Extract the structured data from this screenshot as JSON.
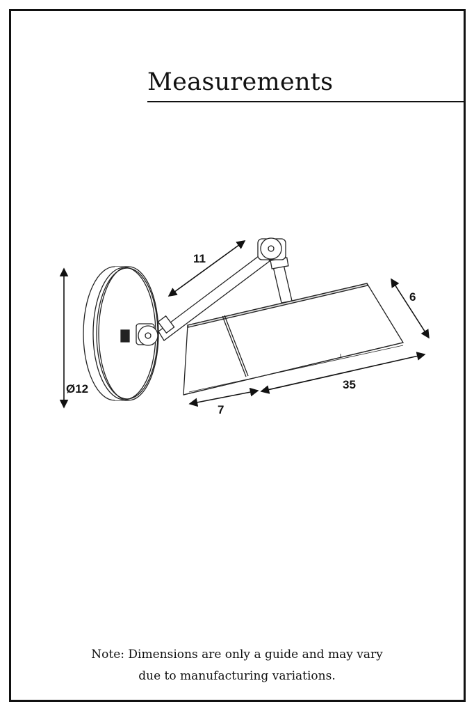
{
  "title": "Measurements",
  "dimensions": {
    "arm_length": "11",
    "shade_depth": "6",
    "shade_length": "35",
    "shade_front": "7",
    "plate_diameter": "Ø12"
  },
  "note": {
    "line1": "Note: Dimensions are only a guide and may vary",
    "line2": "due to manufacturing variations."
  }
}
